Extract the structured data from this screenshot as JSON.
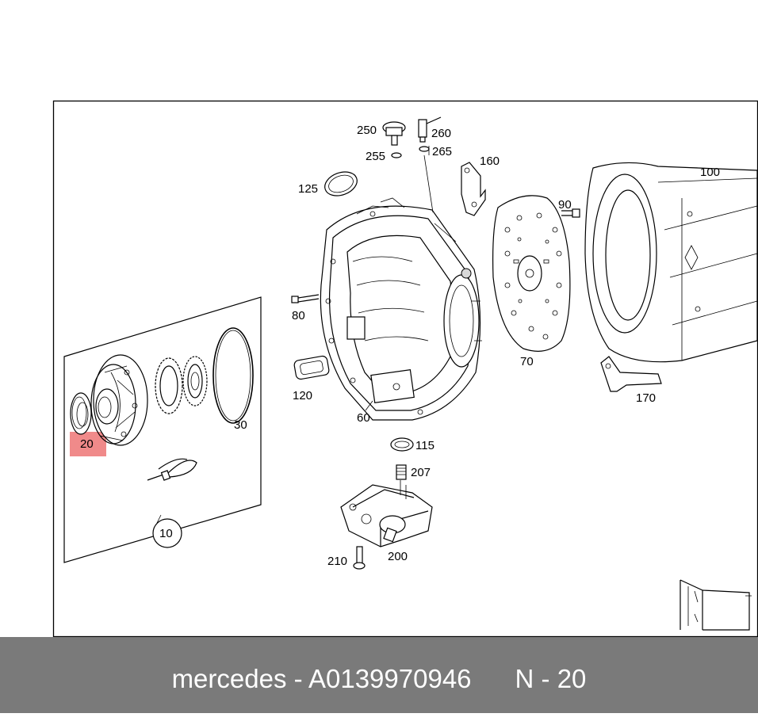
{
  "diagram": {
    "callouts": {
      "p10": "10",
      "p20": "20",
      "p30": "30",
      "p60": "60",
      "p70": "70",
      "p80": "80",
      "p90": "90",
      "p100": "100",
      "p115": "115",
      "p120": "120",
      "p125": "125",
      "p160": "160",
      "p170": "170",
      "p200": "200",
      "p207": "207",
      "p210": "210",
      "p250": "250",
      "p255": "255",
      "p260": "260",
      "p265": "265"
    },
    "highlight_color": "#f08a8a"
  },
  "footer": {
    "brand": "mercedes",
    "separator": "-",
    "part_number": "A0139970946",
    "position_label": "N - 20",
    "background_color": "#7a7a7a",
    "text_color": "#ffffff"
  }
}
